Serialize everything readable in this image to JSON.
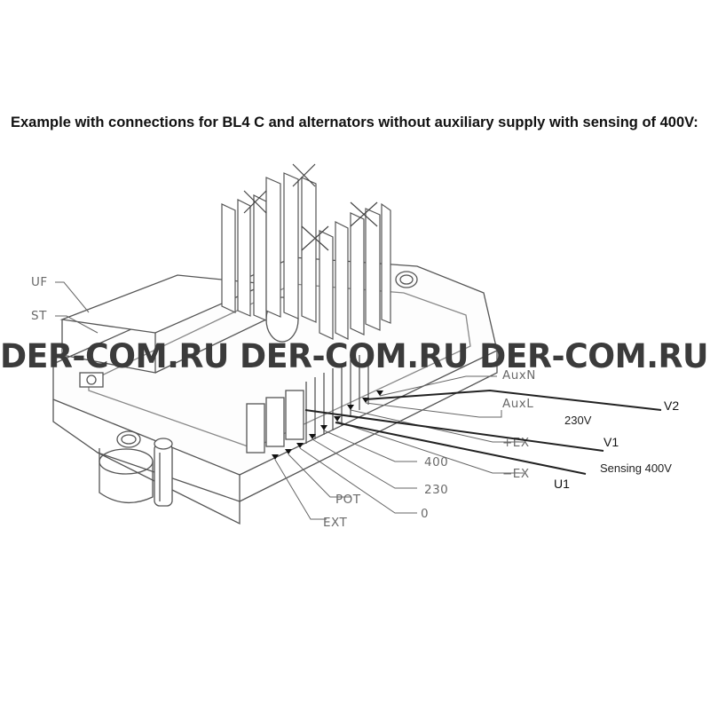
{
  "title": "Example with connections for BL4 C and alternators without auxiliary supply with sensing of 400V:",
  "watermark": "DER-COM.RU DER-COM.RU DER-COM.RU",
  "labels": {
    "uf": "UF",
    "st": "ST",
    "auxn": "AuxN",
    "auxl": "AuxL",
    "pex": "+EX",
    "mex": "−EX",
    "t400": "400",
    "t230": "230",
    "t0": "0",
    "pot": "POT",
    "ext": "EXT"
  },
  "wires": {
    "v2": "V2",
    "v1": "V1",
    "u1": "U1",
    "v230": "230V",
    "sensing": "Sensing 400V"
  },
  "colors": {
    "line": "#555555",
    "wire": "#222222",
    "watermark": "#3b3b3b"
  }
}
